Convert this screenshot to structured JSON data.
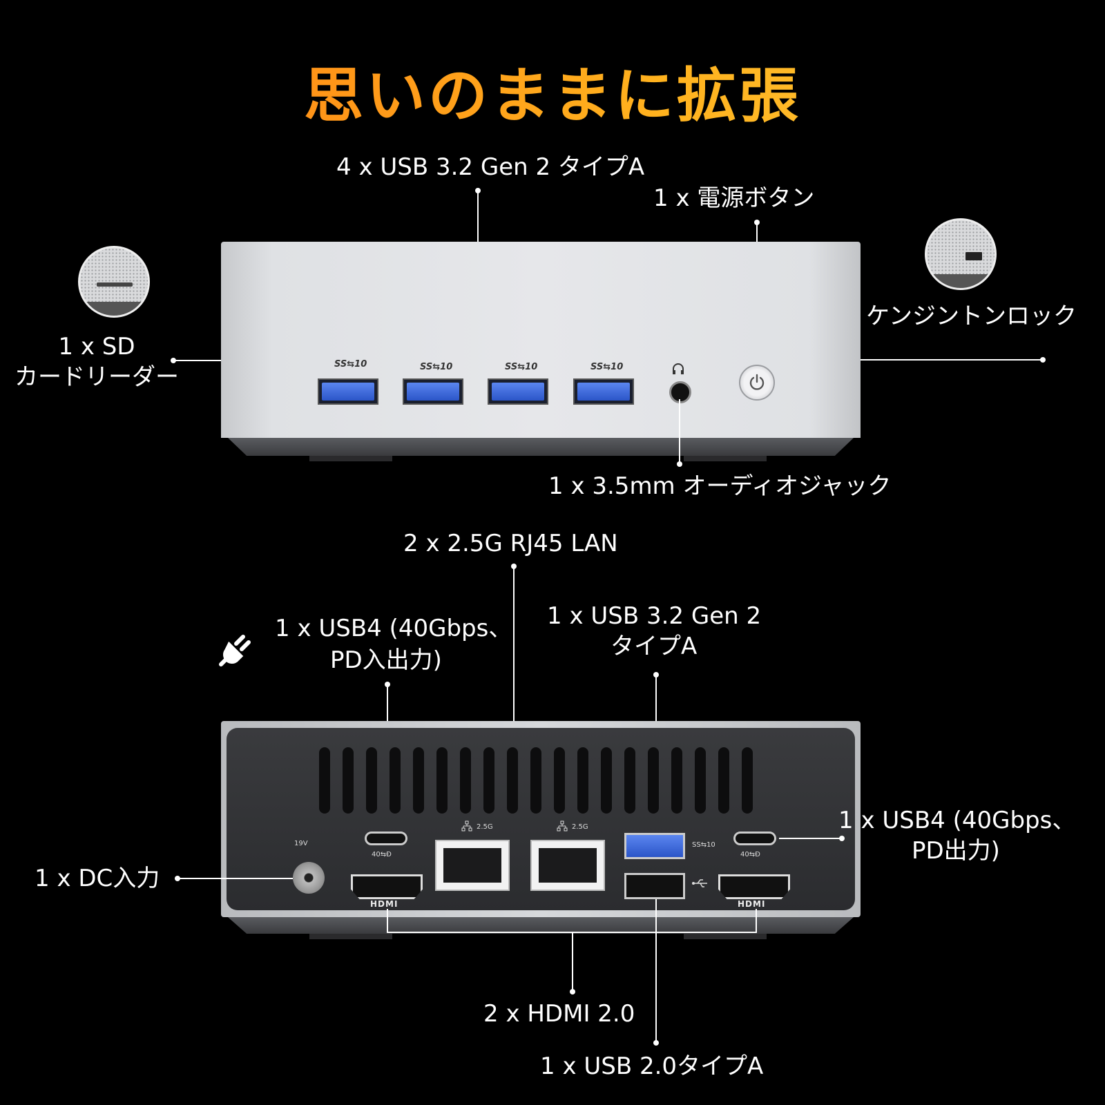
{
  "title": "思いのままに拡張",
  "front": {
    "usb_a_label": "4 x USB 3.2 Gen 2 タイプA",
    "power_label": "1 x 電源ボタン",
    "sd_label_line1": "1 x SD",
    "sd_label_line2": "カードリーダー",
    "kensington_label": "ケンジントンロック",
    "audio_label": "1 x 3.5mm オーディオジャック",
    "usb_port_badge": "SS⇆10"
  },
  "rear": {
    "lan_label": "2 x 2.5G RJ45 LAN",
    "usb4_pd_in_line1": "1 x USB4 (40Gbps、",
    "usb4_pd_in_line2": "PD入出力)",
    "usb32_line1": "1 x USB 3.2 Gen 2",
    "usb32_line2": "タイプA",
    "usb4_pd_out_line1": "1 x USB4 (40Gbps、",
    "usb4_pd_out_line2": "PD出力)",
    "dc_label": "1 x DC入力",
    "hdmi_label": "2 x HDMI 2.0",
    "usb2_label": "1 x USB 2.0タイプA",
    "dc_badge": "19V",
    "lan_badge": "2.5G",
    "hdmi_badge": "HDMI",
    "usbc_badge": "40⇆Đ",
    "ss_badge": "SS⇆10"
  },
  "colors": {
    "title_from": "#ff7a12",
    "title_to": "#ffc93a",
    "usb3_blue": "#2b55c8"
  },
  "icons": [
    "plug-icon",
    "power-icon",
    "headphone-icon",
    "lan-icon",
    "usb-icon"
  ]
}
